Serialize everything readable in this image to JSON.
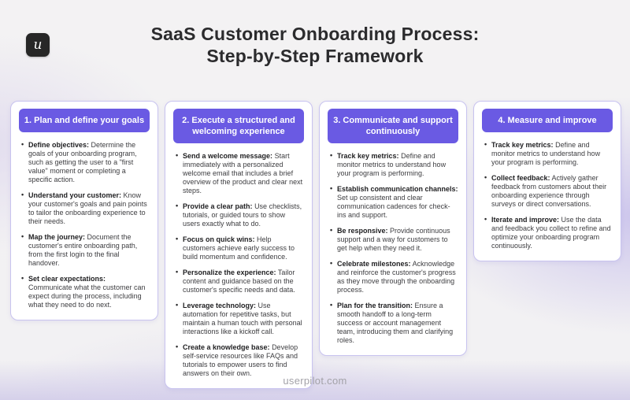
{
  "logo": {
    "letter": "u"
  },
  "title": {
    "line1": "SaaS Customer Onboarding Process:",
    "line2": "Step-by-Step Framework"
  },
  "colors": {
    "accent_purple": "#6a5ae3",
    "card_border": "#c8c3ef",
    "card_background": "#ffffff",
    "title_text": "#2b2b2d",
    "body_text": "#3d3d40",
    "background_lavender": "#cbc4ec",
    "background_base": "#f2f1f3",
    "logo_background": "#272727"
  },
  "columns": [
    {
      "header": "1. Plan and define your goals",
      "items": [
        {
          "lead": "Define objectives:",
          "text": "Determine the goals of your onboarding program, such as getting the user to a \"first value\" moment or completing a specific action."
        },
        {
          "lead": "Understand your customer:",
          "text": "Know your customer's goals and pain points to tailor the onboarding experience to their needs."
        },
        {
          "lead": "Map the journey:",
          "text": "Document the customer's entire onboarding path, from the first login to the final handover."
        },
        {
          "lead": "Set clear expectations:",
          "text": "Communicate what the customer can expect during the process, including what they need to do next."
        }
      ]
    },
    {
      "header": "2. Execute a structured and welcoming experience",
      "items": [
        {
          "lead": "Send a welcome message:",
          "text": "Start immediately with a personalized welcome email that includes a brief overview of the product and clear next steps."
        },
        {
          "lead": "Provide a clear path:",
          "text": "Use checklists, tutorials, or guided tours to show users exactly what to do."
        },
        {
          "lead": "Focus on quick wins:",
          "text": "Help customers achieve early success to build momentum and confidence."
        },
        {
          "lead": "Personalize the experience:",
          "text": "Tailor content and guidance based on the customer's specific needs and data."
        },
        {
          "lead": "Leverage technology:",
          "text": "Use automation for repetitive tasks, but maintain a human touch with personal interactions like a kickoff call."
        },
        {
          "lead": "Create a knowledge base:",
          "text": "Develop self-service resources like FAQs and tutorials to empower users to find answers on their own."
        }
      ]
    },
    {
      "header": "3. Communicate and support continuously",
      "items": [
        {
          "lead": "Track key metrics:",
          "text": "Define and monitor metrics to understand how your program is performing."
        },
        {
          "lead": "Establish communication channels:",
          "text": "Set up consistent and clear communication cadences for check-ins and support."
        },
        {
          "lead": "Be responsive:",
          "text": "Provide continuous support and a way for customers to get help when they need it."
        },
        {
          "lead": "Celebrate milestones:",
          "text": "Acknowledge and reinforce the customer's progress as they move through the onboarding process."
        },
        {
          "lead": "Plan for the transition:",
          "text": "Ensure a smooth handoff to a long-term success or account management team, introducing them and clarifying roles."
        }
      ]
    },
    {
      "header": "4. Measure and improve",
      "items": [
        {
          "lead": "Track key metrics:",
          "text": "Define and monitor metrics to understand how your program is performing."
        },
        {
          "lead": "Collect feedback:",
          "text": "Actively gather feedback from customers about their onboarding experience through surveys or direct conversations."
        },
        {
          "lead": "Iterate and improve:",
          "text": "Use the data and feedback you collect to refine and optimize your onboarding program continuously."
        }
      ]
    }
  ],
  "footer": {
    "text": "userpilot.com"
  }
}
